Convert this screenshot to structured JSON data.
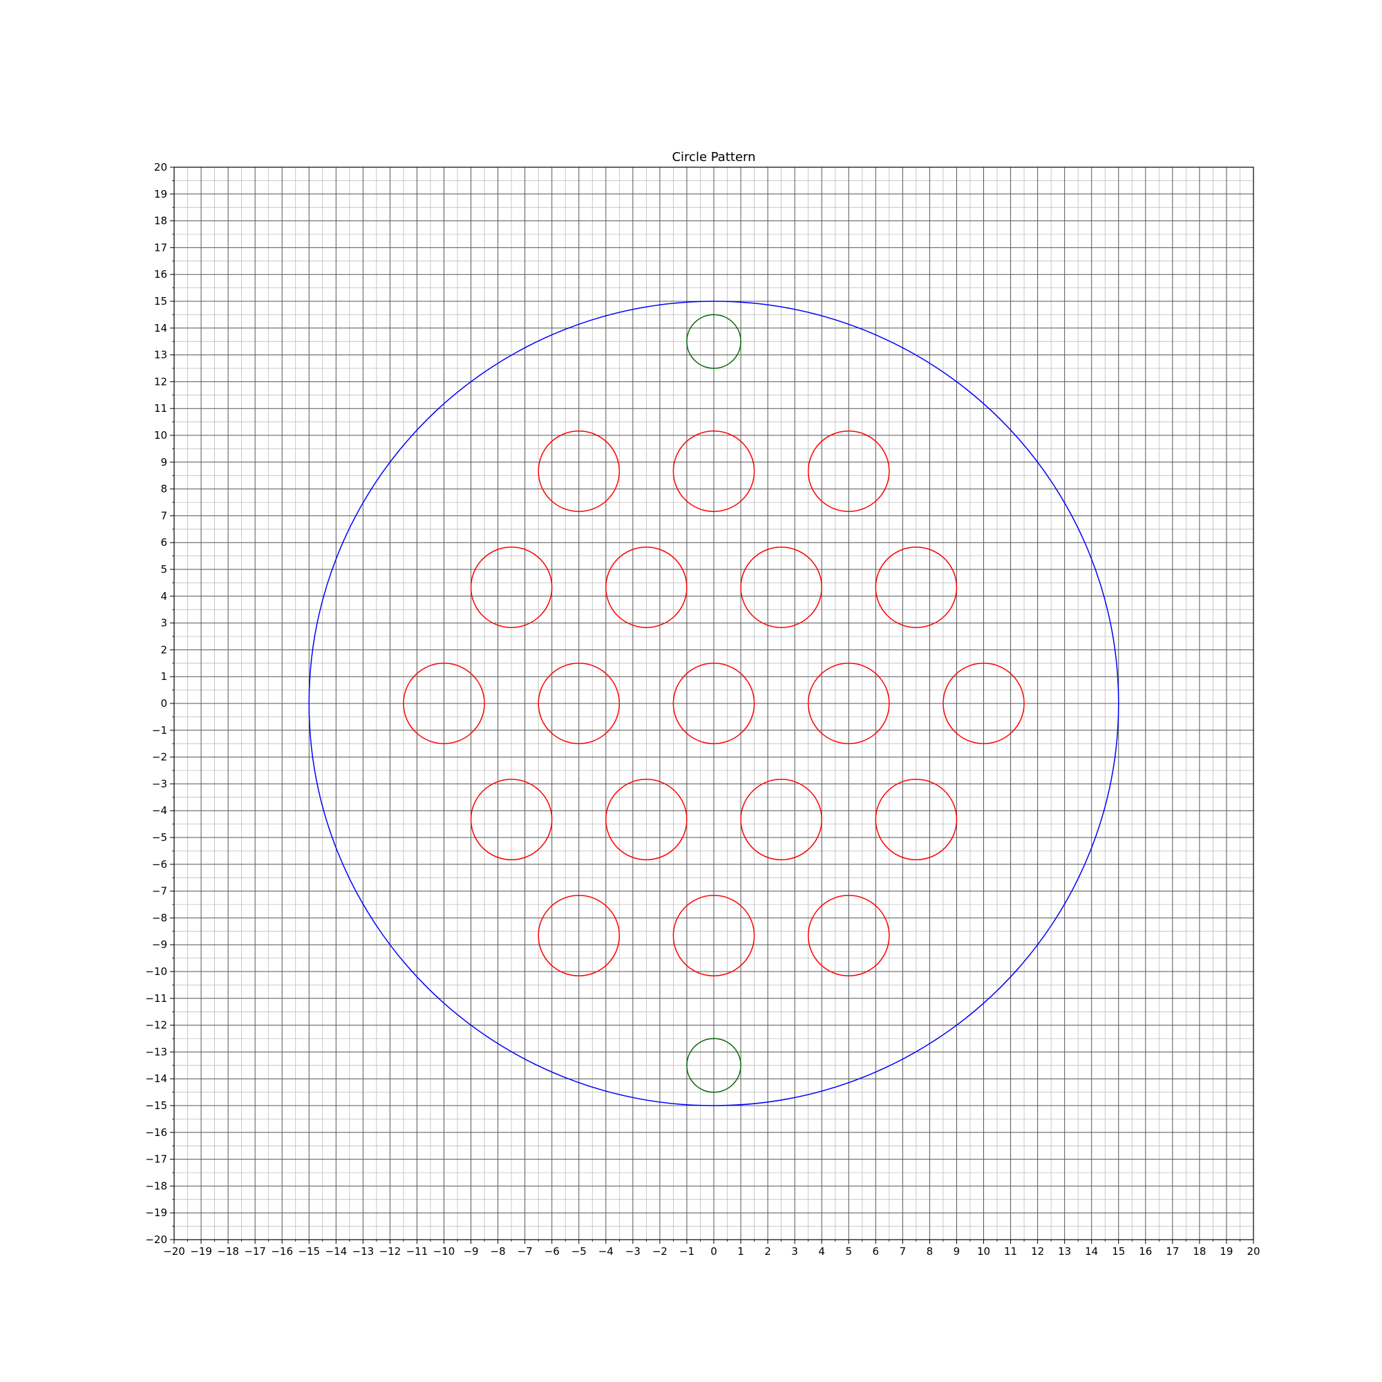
{
  "chart_data": {
    "type": "scatter",
    "title": "Circle Pattern",
    "xlabel": "",
    "ylabel": "",
    "xlim": [
      -20,
      20
    ],
    "ylim": [
      -20,
      20
    ],
    "aspect": "equal",
    "grid": {
      "major": true,
      "minor": true,
      "major_step": 1,
      "minor_step": 0.5,
      "major_color": "#555555",
      "minor_color": "#bbbbbb"
    },
    "x_ticks": [
      -20,
      -19,
      -18,
      -17,
      -16,
      -15,
      -14,
      -13,
      -12,
      -11,
      -10,
      -9,
      -8,
      -7,
      -6,
      -5,
      -4,
      -3,
      -2,
      -1,
      0,
      1,
      2,
      3,
      4,
      5,
      6,
      7,
      8,
      9,
      10,
      11,
      12,
      13,
      14,
      15,
      16,
      17,
      18,
      19,
      20
    ],
    "y_ticks": [
      -20,
      -19,
      -18,
      -17,
      -16,
      -15,
      -14,
      -13,
      -12,
      -11,
      -10,
      -9,
      -8,
      -7,
      -6,
      -5,
      -4,
      -3,
      -2,
      -1,
      0,
      1,
      2,
      3,
      4,
      5,
      6,
      7,
      8,
      9,
      10,
      11,
      12,
      13,
      14,
      15,
      16,
      17,
      18,
      19,
      20
    ],
    "series": [
      {
        "color": "#0000ff",
        "circles": [
          {
            "x": 0,
            "y": 0,
            "r": 15
          }
        ]
      },
      {
        "color": "#ff0000",
        "circles": [
          {
            "x": -5,
            "y": 8.66,
            "r": 1.5
          },
          {
            "x": 0,
            "y": 8.66,
            "r": 1.5
          },
          {
            "x": 5,
            "y": 8.66,
            "r": 1.5
          },
          {
            "x": -7.5,
            "y": 4.33,
            "r": 1.5
          },
          {
            "x": -2.5,
            "y": 4.33,
            "r": 1.5
          },
          {
            "x": 2.5,
            "y": 4.33,
            "r": 1.5
          },
          {
            "x": 7.5,
            "y": 4.33,
            "r": 1.5
          },
          {
            "x": -10,
            "y": 0,
            "r": 1.5
          },
          {
            "x": -5,
            "y": 0,
            "r": 1.5
          },
          {
            "x": 0,
            "y": 0,
            "r": 1.5
          },
          {
            "x": 5,
            "y": 0,
            "r": 1.5
          },
          {
            "x": 10,
            "y": 0,
            "r": 1.5
          },
          {
            "x": -7.5,
            "y": -4.33,
            "r": 1.5
          },
          {
            "x": -2.5,
            "y": -4.33,
            "r": 1.5
          },
          {
            "x": 2.5,
            "y": -4.33,
            "r": 1.5
          },
          {
            "x": 7.5,
            "y": -4.33,
            "r": 1.5
          },
          {
            "x": -5,
            "y": -8.66,
            "r": 1.5
          },
          {
            "x": 0,
            "y": -8.66,
            "r": 1.5
          },
          {
            "x": 5,
            "y": -8.66,
            "r": 1.5
          }
        ]
      },
      {
        "color": "#006400",
        "circles": [
          {
            "x": 0,
            "y": 13.5,
            "r": 1
          },
          {
            "x": 0,
            "y": -13.5,
            "r": 1
          }
        ]
      }
    ]
  }
}
